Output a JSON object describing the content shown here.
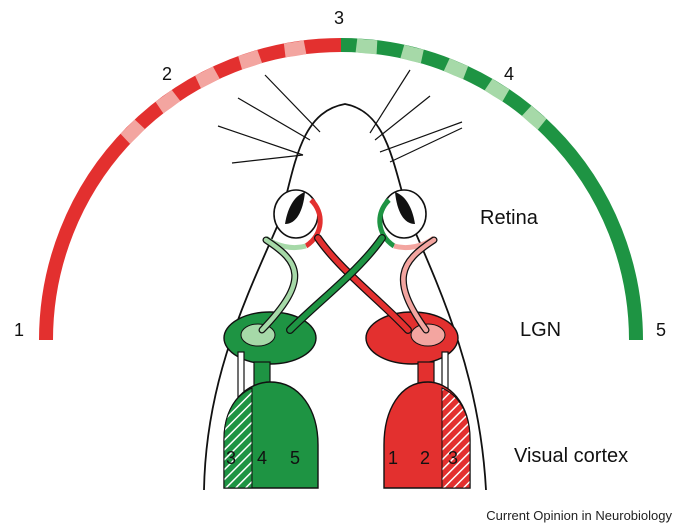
{
  "field_numbers": {
    "n1": "1",
    "n2": "2",
    "n3": "3",
    "n4": "4",
    "n5": "5"
  },
  "labels": {
    "retina": "Retina",
    "lgn": "LGN",
    "visual_cortex": "Visual cortex"
  },
  "cortex_left_numbers": {
    "a": "3",
    "b": "4",
    "c": "5"
  },
  "cortex_right_numbers": {
    "a": "1",
    "b": "2",
    "c": "3"
  },
  "credit": "Current Opinion in Neurobiology",
  "colors": {
    "red": "#e3302f",
    "red_light": "#f3a5a0",
    "green": "#1e9443",
    "green_light": "#a6d9a8",
    "outline": "#111111"
  }
}
